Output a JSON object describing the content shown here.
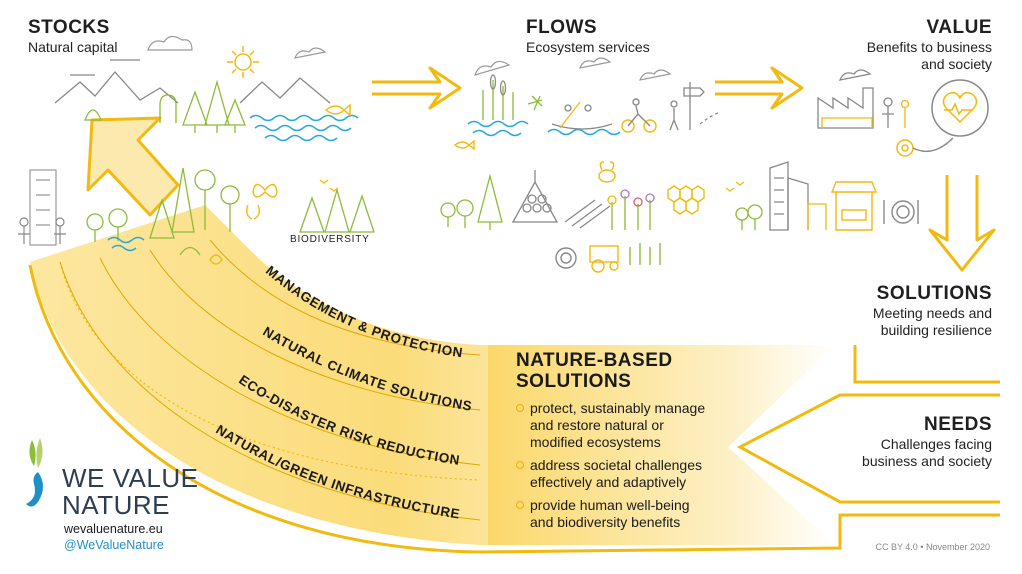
{
  "stocks": {
    "title": "STOCKS",
    "subtitle": "Natural capital"
  },
  "flows": {
    "title": "FLOWS",
    "subtitle": "Ecosystem services"
  },
  "value": {
    "title": "VALUE",
    "subtitle_line1": "Benefits to business",
    "subtitle_line2": "and society"
  },
  "solutions": {
    "title": "SOLUTIONS",
    "subtitle_line1": "Meeting needs and",
    "subtitle_line2": "building resilience"
  },
  "needs": {
    "title": "NEEDS",
    "subtitle_line1": "Challenges facing",
    "subtitle_line2": "business and society"
  },
  "biodiversity_label": "BIODIVERSITY",
  "bands": [
    "MANAGEMENT & PROTECTION",
    "NATURAL CLIMATE SOLUTIONS",
    "ECO-DISASTER RISK REDUCTION",
    "NATURAL/GREEN INFRASTRUCTURE"
  ],
  "nbs": {
    "title_line1": "NATURE-BASED",
    "title_line2": "SOLUTIONS",
    "items": [
      {
        "line1": "protect, sustainably manage",
        "line2": "and restore natural or",
        "line3": "modified ecosystems"
      },
      {
        "line1": "address societal challenges",
        "line2": "effectively and adaptively"
      },
      {
        "line1": "provide human well-being",
        "line2": "and biodiversity benefits"
      }
    ]
  },
  "logo": {
    "line1": "WE VALUE",
    "line2": "NATURE"
  },
  "website": "wevaluenature.eu",
  "handle": "@WeValueNature",
  "footer": "CC BY 4.0 • November 2020",
  "colors": {
    "accent": "#f2b90f",
    "water": "#2aa8d8",
    "line": "#8a8a8a",
    "green": "#8dbb3a",
    "logo_blue": "#1e90c8"
  }
}
